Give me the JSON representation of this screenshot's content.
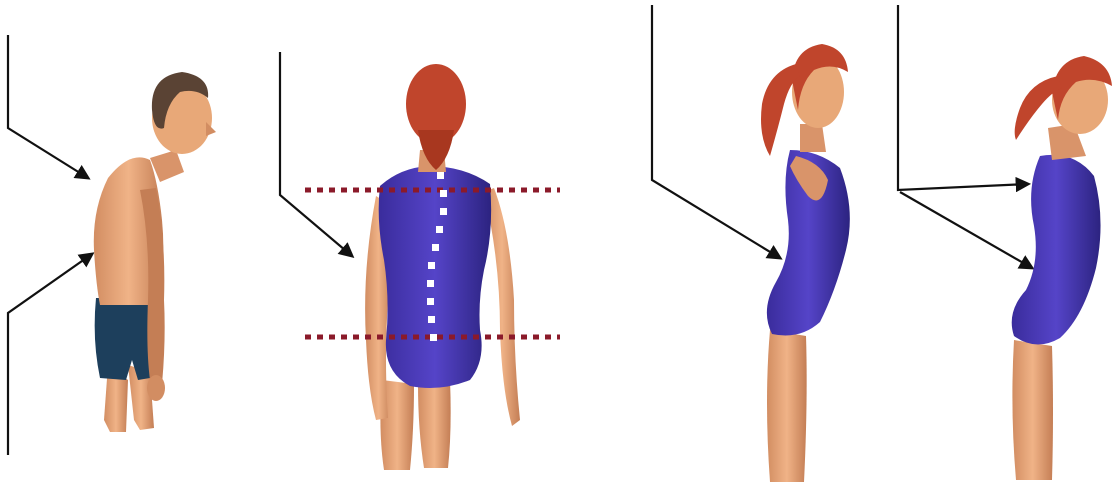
{
  "illustration": {
    "panels": [
      {
        "name": "man-side-view-kyphosis"
      },
      {
        "name": "woman-back-view-scoliosis"
      },
      {
        "name": "woman-side-view-lordosis"
      },
      {
        "name": "woman-side-view-kypholordosis"
      }
    ]
  },
  "colors": {
    "background": "#ffffff",
    "arrow": "#111111",
    "skin": "#e8a878",
    "skin_shadow": "#c47e55",
    "hair_red": "#c0452c",
    "hair_brown": "#5a4334",
    "leotard": "#4a38b8",
    "leotard_shadow": "#2c2380",
    "shorts": "#1d3f5c",
    "dotted_line": "#8b1a2a",
    "spine_dots": "#ffffff"
  }
}
